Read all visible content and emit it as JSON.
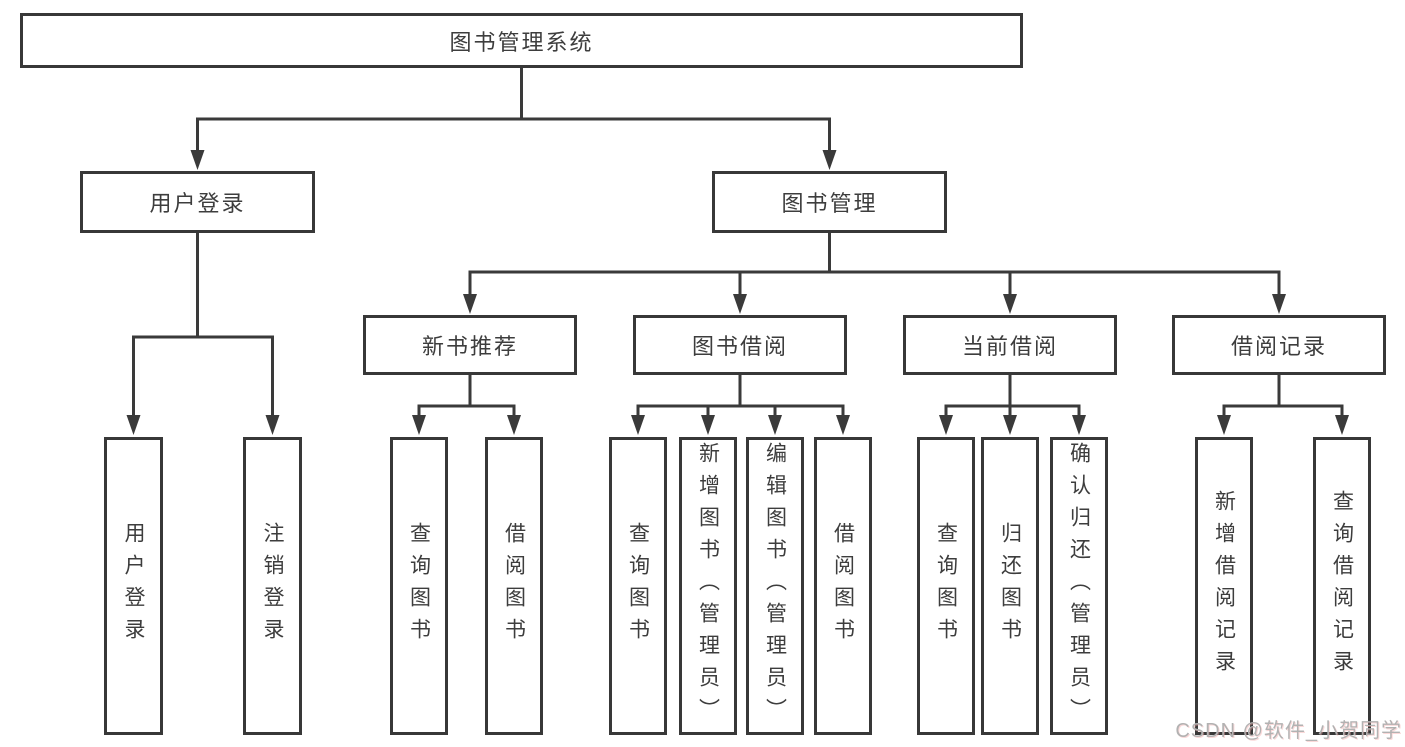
{
  "tree": {
    "root": {
      "label": "图书管理系统"
    },
    "branches": [
      {
        "label": "用户登录",
        "children": [
          {
            "label": "用户登录"
          },
          {
            "label": "注销登录"
          }
        ]
      },
      {
        "label": "图书管理",
        "children": [
          {
            "label": "新书推荐",
            "children": [
              {
                "label": "查询图书"
              },
              {
                "label": "借阅图书"
              }
            ]
          },
          {
            "label": "图书借阅",
            "children": [
              {
                "label": "查询图书"
              },
              {
                "label": "新增图书（管理员）"
              },
              {
                "label": "编辑图书（管理员）"
              },
              {
                "label": "借阅图书"
              }
            ]
          },
          {
            "label": "当前借阅",
            "children": [
              {
                "label": "查询图书"
              },
              {
                "label": "归还图书"
              },
              {
                "label": "确认归还（管理员）"
              }
            ]
          },
          {
            "label": "借阅记录",
            "children": [
              {
                "label": "新增借阅记录"
              },
              {
                "label": "查询借阅记录"
              }
            ]
          }
        ]
      }
    ]
  },
  "watermark": {
    "text": "CSDN @软件_小贺同学"
  },
  "colors": {
    "line": "#3a3a3a",
    "border": "#383838",
    "text": "#3d3d3d",
    "background": "#ffffff",
    "watermark": "#b2b2b2"
  }
}
